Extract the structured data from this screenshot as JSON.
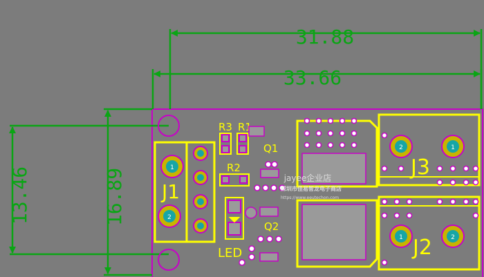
{
  "board": {
    "outline_color": "#c800c8",
    "silk_color": "#ffff00",
    "pad_color": "#c8b400",
    "dimension_color": "#0aa514",
    "background_color": "#7c7c7c"
  },
  "dimensions": {
    "width_inner": "31.88",
    "width_outer": "33.66",
    "height_inner": "13.46",
    "height_outer": "16.89"
  },
  "designators": {
    "j1": "J1",
    "j2": "J2",
    "j3": "J3",
    "r1": "R1",
    "r2": "R2",
    "r3": "R3",
    "q1": "Q1",
    "q2": "Q2",
    "led": "LED"
  },
  "pin_labels": {
    "pin1": "1",
    "pin2": "2"
  },
  "watermark": {
    "line1": "jayee企业店",
    "line2": "深圳市佳易智龙电子商店",
    "line3": "https://www.eeutechon.com"
  }
}
